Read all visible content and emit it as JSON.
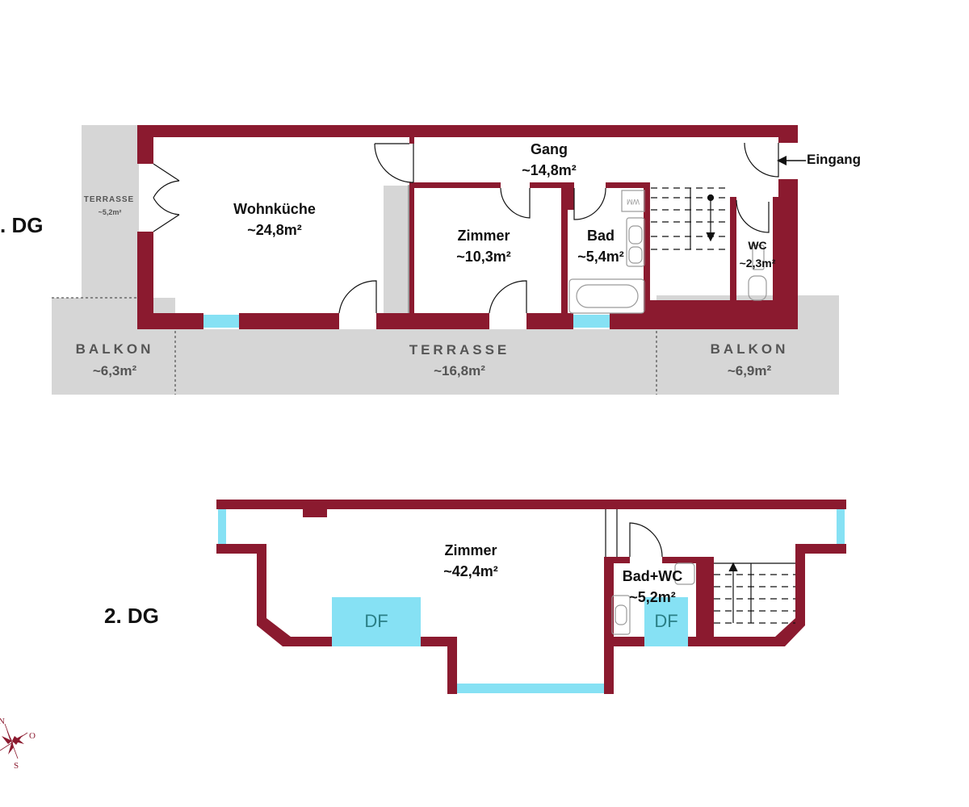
{
  "colors": {
    "wall": "#8b1a2f",
    "window": "#86e1f4",
    "exterior": "#d6d6d6",
    "fixture": "#9a9a9a"
  },
  "floor1": {
    "level_label": ". DG",
    "rooms": {
      "wohnkueche": {
        "name": "Wohnküche",
        "area": "~24,8m²"
      },
      "gang": {
        "name": "Gang",
        "area": "~14,8m²"
      },
      "zimmer": {
        "name": "Zimmer",
        "area": "~10,3m²"
      },
      "bad": {
        "name": "Bad",
        "area": "~5,4m²"
      },
      "wc": {
        "name": "WC",
        "area": "~2,3m²"
      }
    },
    "wm_label": "WM",
    "entrance_label": "Eingang",
    "outdoor": {
      "terrasse_small": {
        "name": "TERRASSE",
        "area": "~5,2m²"
      },
      "balkon_left": {
        "name": "BALKON",
        "area": "~6,3m²"
      },
      "terrasse_main": {
        "name": "TERRASSE",
        "area": "~16,8m²"
      },
      "balkon_right": {
        "name": "BALKON",
        "area": "~6,9m²"
      }
    }
  },
  "floor2": {
    "level_label": "2. DG",
    "rooms": {
      "zimmer": {
        "name": "Zimmer",
        "area": "~42,4m²"
      },
      "badwc": {
        "name": "Bad+WC",
        "area": "~5,2m²"
      }
    },
    "skylight_label": "DF"
  },
  "compass": {
    "north": "N",
    "east": "O",
    "south": "S",
    "icon": "compass-rose-icon"
  }
}
